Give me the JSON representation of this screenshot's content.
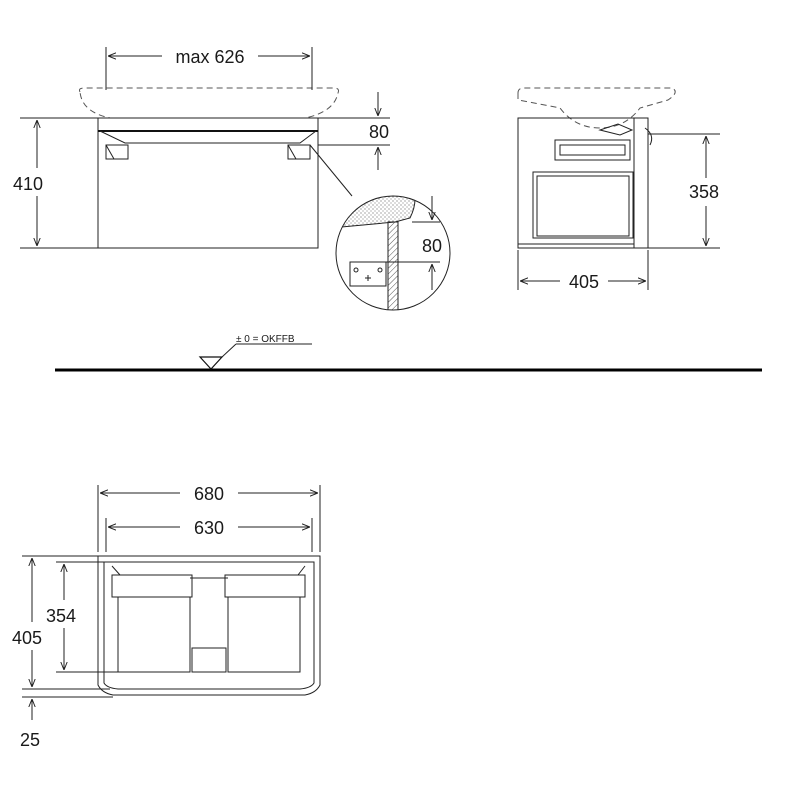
{
  "colors": {
    "line": "#222222",
    "background": "#ffffff",
    "hatch": "#777777"
  },
  "front_view": {
    "basin_width_label": "max 626",
    "height_label": "410",
    "recess_label": "80"
  },
  "detail": {
    "recess_label": "80"
  },
  "side_view": {
    "height_label": "358",
    "depth_label": "405"
  },
  "floor_reference": {
    "label": "± 0 = OKFFB"
  },
  "top_view": {
    "outer_width_label": "680",
    "inner_width_label": "630",
    "inner_depth_label": "354",
    "outer_depth_label": "405",
    "wall_gap_label": "25"
  }
}
